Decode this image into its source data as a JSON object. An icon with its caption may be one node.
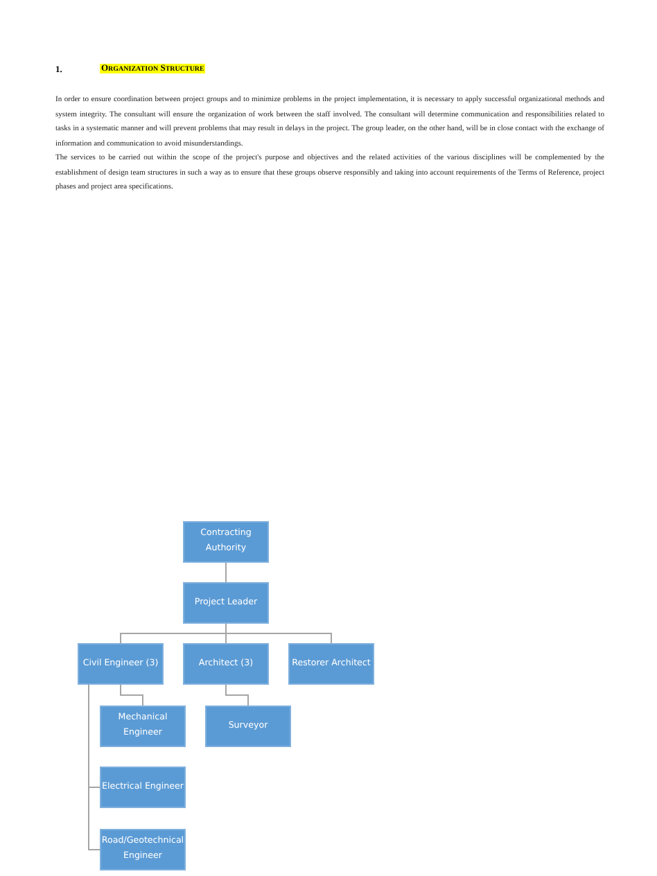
{
  "diagram": {
    "title": "Organization Structure",
    "nodes": [
      {
        "text": [
          "Contracting Authority"
        ]
      },
      {
        "text": [
          "Project Leader"
        ]
      },
      {
        "text": [
          "Civil Engineer (3)"
        ]
      },
      {
        "text": [
          "Architect (3)"
        ]
      },
      {
        "text": [
          "Restorer Architect"
        ]
      },
      {
        "text": [
          "Mechanical Engineer"
        ]
      },
      {
        "text": [
          "Surveyor"
        ]
      },
      {
        "text": [
          "Electrical Engineer"
        ]
      },
      {
        "text": [
          "Road/Geotechnical Engineer"
        ]
      }
    ],
    "edges": [
      {
        "from": 0,
        "to": 1,
        "arrow": "none"
      },
      {
        "from": 1,
        "to": 2,
        "arrow": "none"
      },
      {
        "from": 1,
        "to": 3,
        "arrow": "none"
      },
      {
        "from": 1,
        "to": 4,
        "arrow": "none"
      },
      {
        "from": 2,
        "to": 5,
        "arrow": "none"
      },
      {
        "from": 3,
        "to": 6,
        "arrow": "none"
      },
      {
        "from": 2,
        "to": 7,
        "arrow": "none"
      },
      {
        "from": 2,
        "to": 8,
        "arrow": "none"
      }
    ],
    "labels": [
      "1.",
      "In order to ensure coordination between project groups and to minimize problems in the project implementation, it is necessary to apply successful organizational methods and system integrity. The consultant will ensure the organization of work between the staff involved. The consultant will determine communication and responsibilities related to tasks in a systematic manner and will prevent problems that may result in delays in the project. The group leader, on the other hand, will be in close contact with the exchange of information and communication to avoid misunderstandings.",
      "The services to be carried out within the scope of the project's purpose and objectives and the related activities of the various disciplines will be complemented by the establishment of design team structures in such a way as to ensure that these groups observe responsibly and taking into account requirements of the Terms of Reference, project phases and project area specifications."
    ]
  }
}
